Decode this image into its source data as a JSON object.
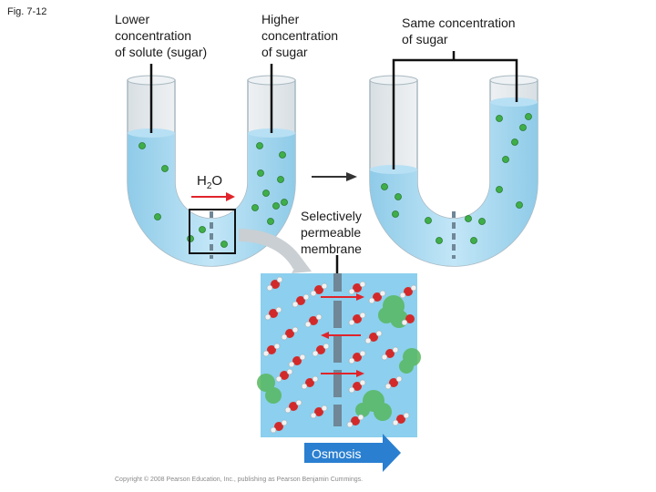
{
  "figure_label": "Fig. 7-12",
  "labels": {
    "left_tube": [
      "Lower",
      "concentration",
      "of solute (sugar)"
    ],
    "right_tube": [
      "Higher",
      "concentration",
      "of sugar"
    ],
    "equal_tube": [
      "Same concentration",
      "of sugar"
    ],
    "water": "H",
    "water_sub": "2",
    "water_o": "O",
    "membrane": [
      "Selectively",
      "permeable",
      "membrane"
    ],
    "process": "Osmosis"
  },
  "copyright": "Copyright © 2008 Pearson Education, Inc., publishing as Pearson Benjamin Cummings.",
  "colors": {
    "water_fill": "#aad8ef",
    "tube_outline": "#9fb2bd",
    "solute": "#3fae49",
    "arrow_red": "#e0242b",
    "membrane": "#6f8797",
    "osmosis_arrow": "#2a7fd0"
  }
}
